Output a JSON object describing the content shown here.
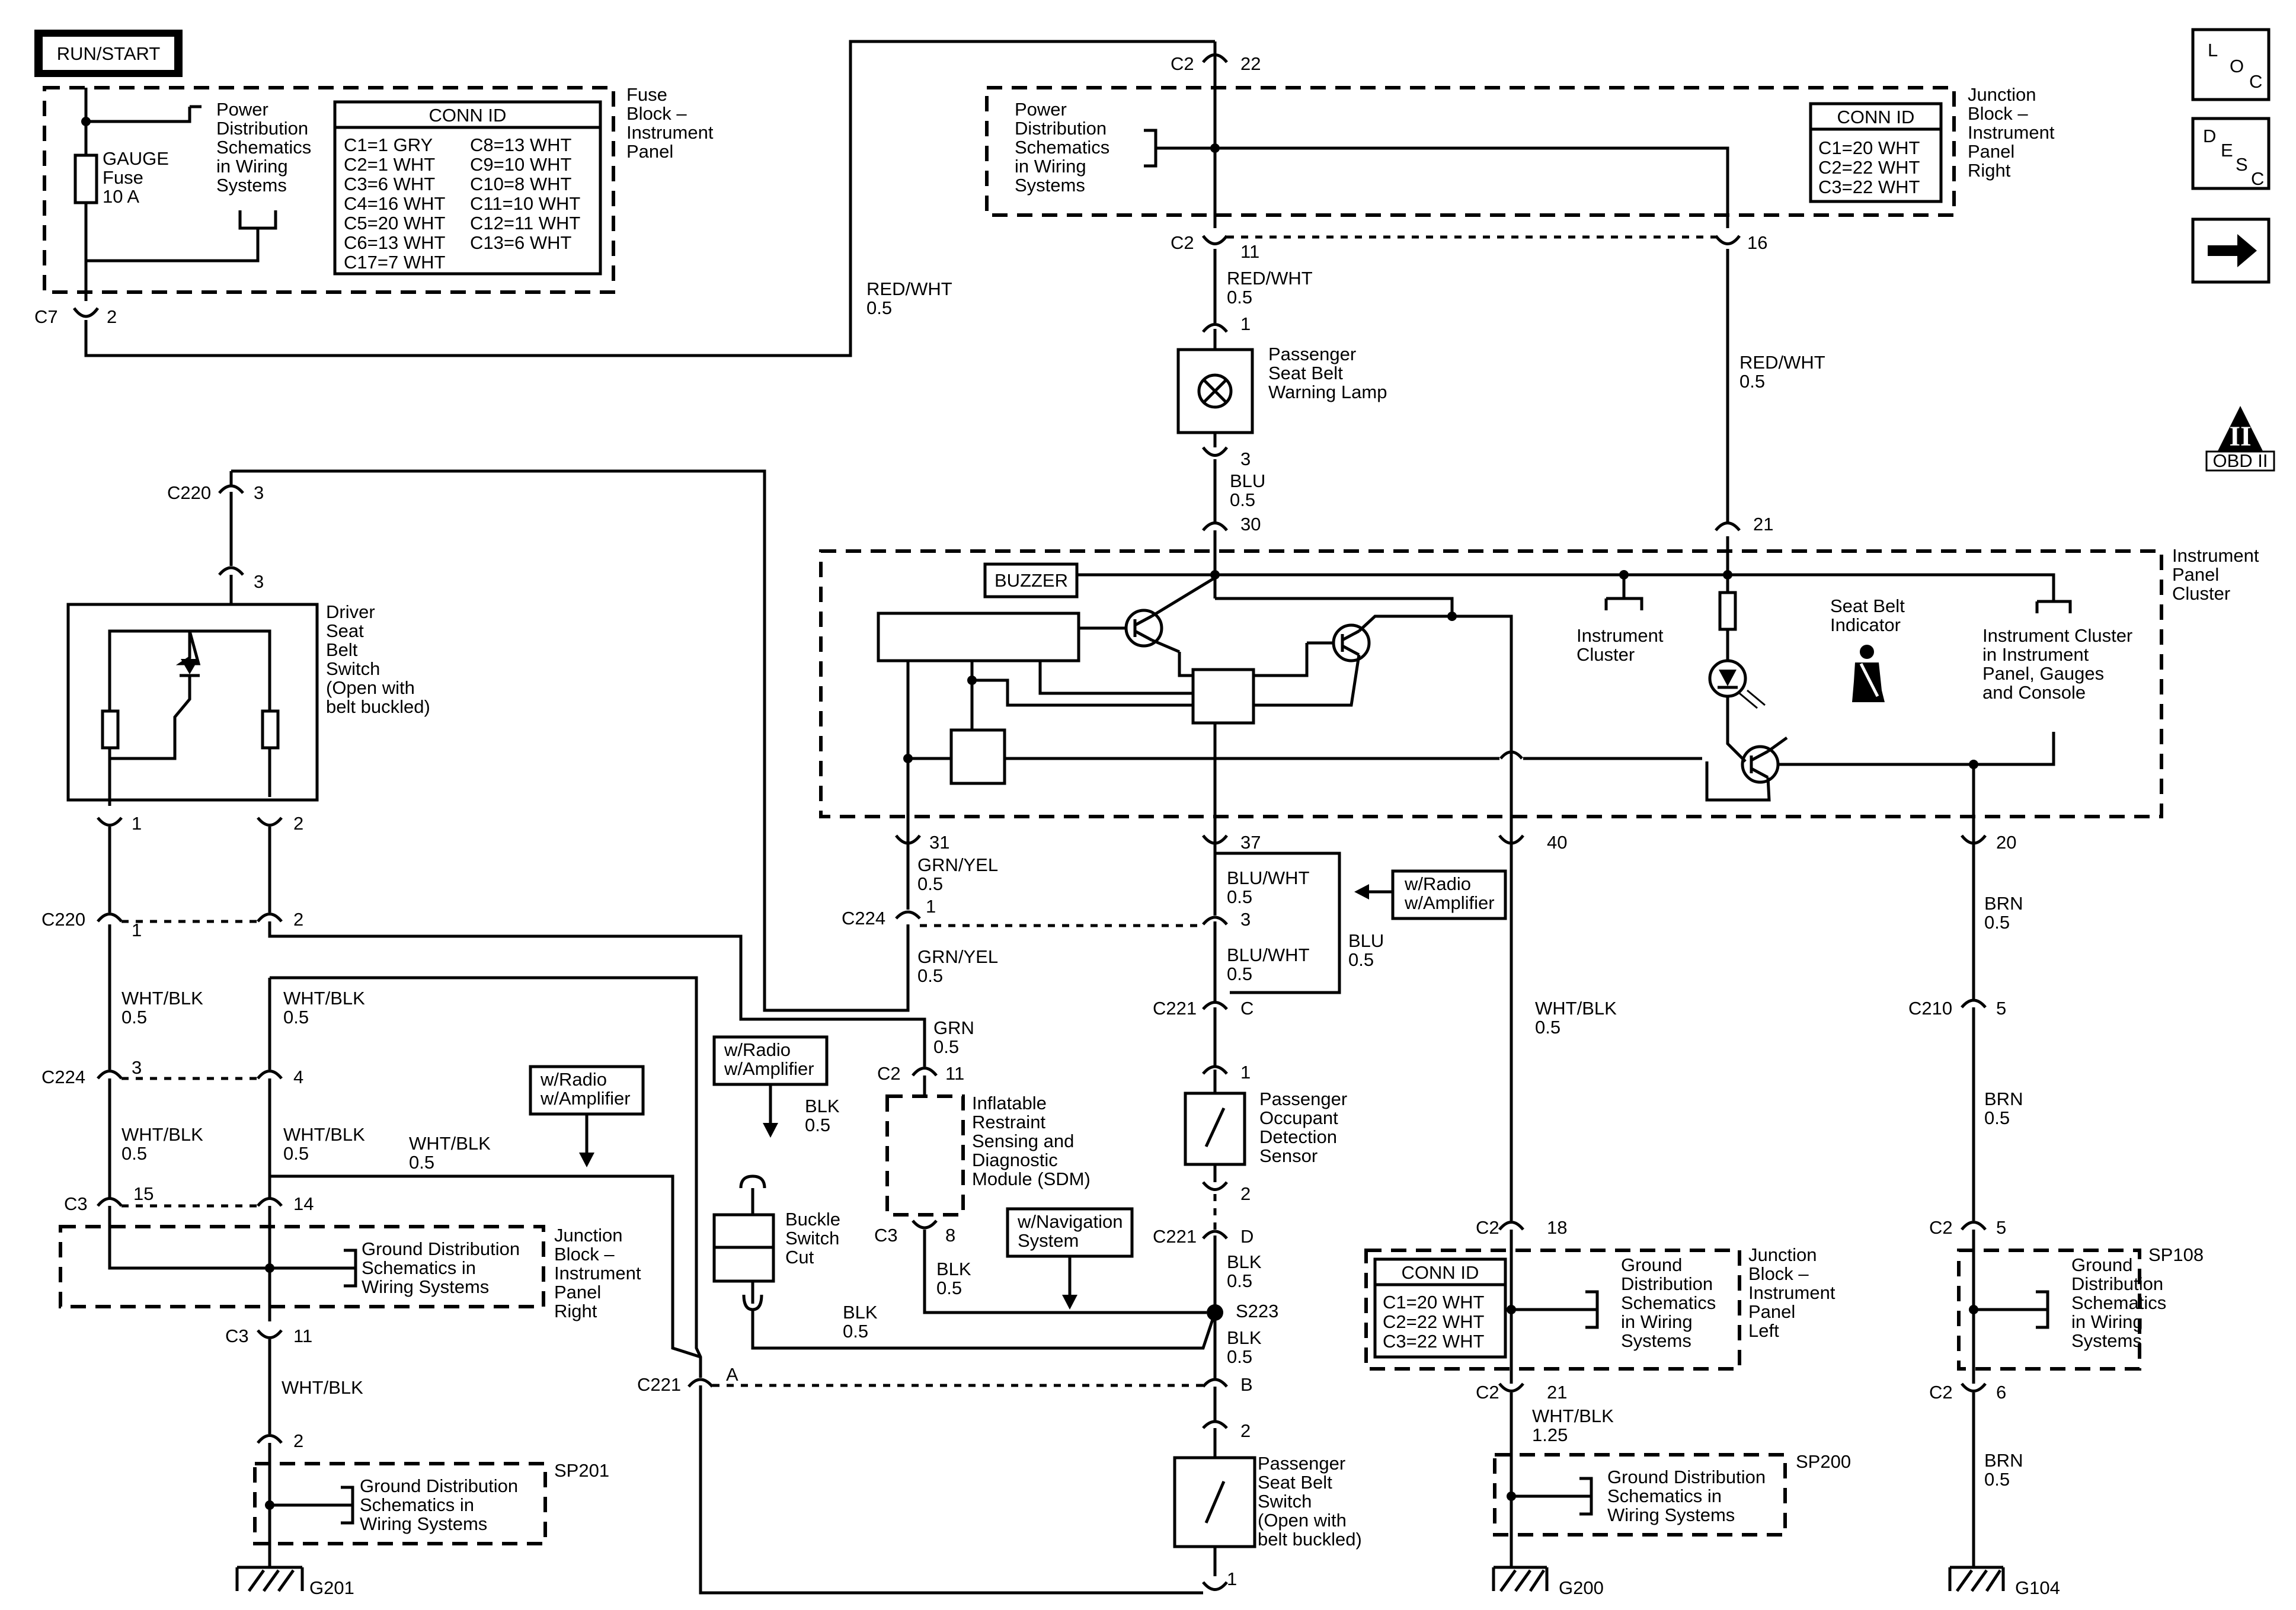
{
  "title": "RUN/START",
  "side_icons": {
    "loc": [
      "L",
      "O",
      "C"
    ],
    "desc": [
      "D",
      "E",
      "S",
      "C"
    ],
    "next": "next-arrow-icon",
    "obd": "OBD II",
    "obd_mark": "II"
  },
  "fuse_block": {
    "label": [
      "Fuse",
      "Block –",
      "Instrument",
      "Panel"
    ],
    "fuse": [
      "GAUGE",
      "Fuse",
      "10 A"
    ],
    "pds": [
      "Power",
      "Distribution",
      "Schematics",
      "in Wiring",
      "Systems"
    ],
    "conn_title": "CONN ID",
    "conn_left": [
      "C1=1 GRY",
      "C2=1 WHT",
      "C3=6 WHT",
      "C4=16 WHT",
      "C5=20 WHT",
      "C6=13 WHT",
      "C17=7 WHT"
    ],
    "conn_right": [
      "C8=13 WHT",
      "C9=10 WHT",
      "C10=8 WHT",
      "C11=10 WHT",
      "C12=11 WHT",
      "C13=6 WHT"
    ],
    "c7": "C7",
    "c7_pin": "2"
  },
  "jb_right_top": {
    "label": [
      "Junction",
      "Block –",
      "Instrument",
      "Panel",
      "Right"
    ],
    "pds": [
      "Power",
      "Distribution",
      "Schematics",
      "in Wiring",
      "Systems"
    ],
    "conn_title": "CONN ID",
    "conn": [
      "C1=20 WHT",
      "C2=22 WHT",
      "C3=22 WHT"
    ]
  },
  "wires": {
    "red_wht": "RED/WHT",
    "size_05": "0.5",
    "size_125": "1.25",
    "blu": "BLU",
    "grn_yel": "GRN/YEL",
    "blu_wht": "BLU/WHT",
    "wht_blk": "WHT/BLK",
    "brn": "BRN",
    "blk": "BLK",
    "grn": "GRN"
  },
  "connectors": {
    "c2": "C2",
    "c220": "C220",
    "c224": "C224",
    "c221": "C221",
    "c3": "C3",
    "c210": "C210",
    "s223": "S223",
    "p22": "22",
    "p11": "11",
    "p16": "16",
    "p1": "1",
    "p3": "3",
    "p30": "30",
    "p21": "21",
    "p2": "2",
    "p31": "31",
    "p37": "37",
    "p40": "40",
    "p20": "20",
    "p4": "4",
    "p15": "15",
    "p14": "14",
    "pC": "C",
    "p5": "5",
    "p8": "8",
    "pD": "D",
    "pA": "A",
    "pB": "B",
    "p18": "18",
    "p6": "6"
  },
  "components": {
    "warning_lamp": [
      "Passenger",
      "Seat Belt",
      "Warning Lamp"
    ],
    "buzzer": "BUZZER",
    "ipc": [
      "Instrument",
      "Panel",
      "Cluster"
    ],
    "instrument_cluster": [
      "Instrument",
      "Cluster"
    ],
    "seat_belt_indicator": [
      "Seat Belt",
      "Indicator"
    ],
    "ic_gauges": [
      "Instrument Cluster",
      "in Instrument",
      "Panel, Gauges",
      "and Console"
    ],
    "driver_switch": [
      "Driver",
      "Seat",
      "Belt",
      "Switch",
      "(Open with",
      "belt buckled)"
    ],
    "w_radio": [
      "w/Radio",
      "w/Amplifier"
    ],
    "w_nav": [
      "w/Navigation",
      "System"
    ],
    "sdm": [
      "Inflatable",
      "Restraint",
      "Sensing and",
      "Diagnostic",
      "Module (SDM)"
    ],
    "buckle": [
      "Buckle",
      "Switch",
      "Cut"
    ],
    "occupant": [
      "Passenger",
      "Occupant",
      "Detection",
      "Sensor"
    ],
    "pass_switch": [
      "Passenger",
      "Seat Belt",
      "Switch",
      "(Open with",
      "belt buckled)"
    ],
    "gds": [
      "Ground Distribution",
      "Schematics in",
      "Wiring Systems"
    ],
    "gds_stack": [
      "Ground",
      "Distribution",
      "Schematics",
      "in Wiring",
      "Systems"
    ],
    "jb_right_label": [
      "Junction",
      "Block –",
      "Instrument",
      "Panel",
      "Right"
    ],
    "jb_left_label": [
      "Junction",
      "Block –",
      "Instrument",
      "Panel",
      "Left"
    ],
    "conn_title": "CONN ID",
    "jb_left_conn": [
      "C1=20 WHT",
      "C2=22 WHT",
      "C3=22 WHT"
    ],
    "sp201": "SP201",
    "sp200": "SP200",
    "sp108": "SP108",
    "g201": "G201",
    "g200": "G200",
    "g104": "G104"
  }
}
